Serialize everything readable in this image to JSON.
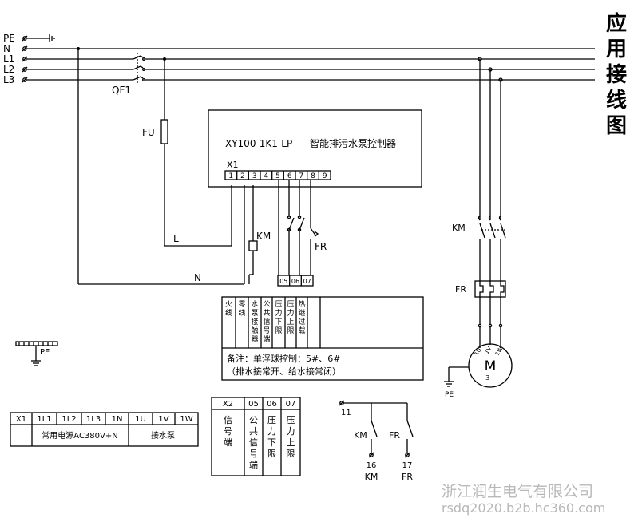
{
  "title": "应用接线图",
  "buses": [
    "PE",
    "N",
    "L1",
    "L2",
    "L3"
  ],
  "breaker": "QF1",
  "fuse": "FU",
  "controller": {
    "model": "XY100-1K1-LP",
    "name": "智能排污水泵控制器",
    "terminal_block": "X1",
    "terminals": [
      "1",
      "2",
      "3",
      "4",
      "5",
      "6",
      "7",
      "8",
      "9"
    ]
  },
  "wire_L": "L",
  "wire_N": "N",
  "coil_KM": "KM",
  "relay_FR": "FR",
  "ext_terminals": [
    "05",
    "06",
    "07"
  ],
  "function_table": {
    "columns": [
      "火线",
      "零线",
      "水泵接触器",
      "公共信号端",
      "压力下限",
      "压力上限",
      "热继过载"
    ],
    "note_line1": "备注：单浮球控制：5#、6#",
    "note_line2": "（排水接常开、给水接常闭）"
  },
  "pe_bar_label": "PE",
  "power_table": {
    "row1": [
      "X1",
      "1L1",
      "1L2",
      "1L3",
      "1N",
      "1U",
      "1V",
      "1W"
    ],
    "row2": [
      "常用电源AC380V+N",
      "接水泵"
    ]
  },
  "signal_table": {
    "header": [
      "X2",
      "05",
      "06",
      "07"
    ],
    "body": [
      "信号端",
      "公共信号端",
      "压力下限",
      "压力上限"
    ]
  },
  "aux": {
    "top_terminal": "11",
    "km_label": "KM",
    "fr_label": "FR",
    "bottom": [
      {
        "num": "16",
        "label": "KM"
      },
      {
        "num": "17",
        "label": "FR"
      }
    ]
  },
  "motor": {
    "contactor": "KM",
    "overload": "FR",
    "phases": [
      "1U",
      "1V",
      "1W"
    ],
    "symbol": "M",
    "sub": "3~",
    "pe": "PE"
  },
  "watermark": {
    "company": "浙江润生电气有限公司",
    "url": "rsdq2020.b2b.hc360.com"
  }
}
